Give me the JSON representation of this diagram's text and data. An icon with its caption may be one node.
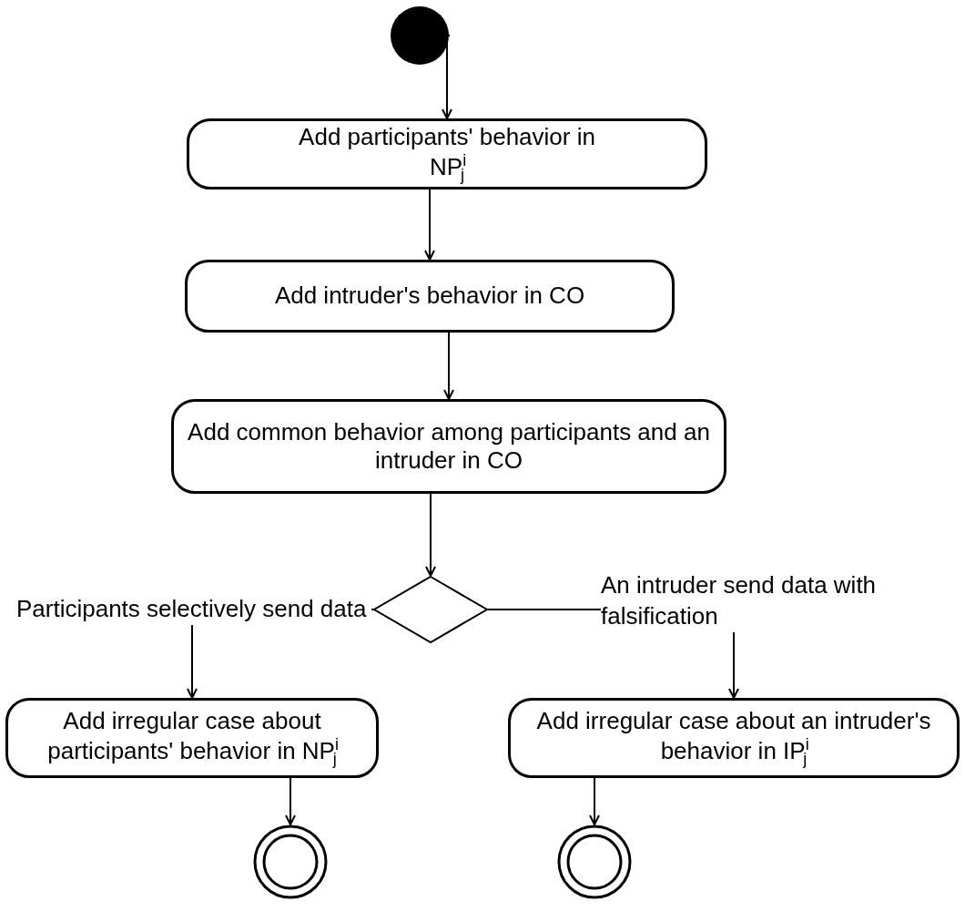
{
  "diagram": {
    "nodes": [
      {
        "text": [],
        "shape": "circle"
      },
      {
        "text": [
          "Add participants' behavior in NP$^{i}$$_{j}$"
        ]
      },
      {
        "text": [
          "Add intruder's behavior in CO"
        ]
      },
      {
        "text": [
          "Add common behavior among participants and an intruder in CO"
        ]
      },
      {
        "text": [],
        "shape": "diamond"
      },
      {
        "text": [
          "Add irregular case about participants' behavior in NP$^{i}$$_{j}$"
        ]
      },
      {
        "text": [
          "Add irregular case about an intruder's behavior in IP$^{i}$$_{j}$"
        ]
      },
      {
        "text": [],
        "shape": "circle"
      },
      {
        "text": [],
        "shape": "circle"
      }
    ],
    "edges": [
      {
        "from": 0,
        "to": 1,
        "arrow": "to"
      },
      {
        "from": 1,
        "to": 2,
        "arrow": "to"
      },
      {
        "from": 2,
        "to": 3,
        "arrow": "to"
      },
      {
        "from": 3,
        "to": 4,
        "arrow": "to"
      },
      {
        "from": 4,
        "to": 5,
        "arrow": "to",
        "label": "Participants selectively send data"
      },
      {
        "from": 4,
        "to": 6,
        "arrow": "to",
        "label": "An intruder send data with falsification"
      },
      {
        "from": 5,
        "to": 7,
        "arrow": "to"
      },
      {
        "from": 6,
        "to": 8,
        "arrow": "to"
      }
    ]
  }
}
